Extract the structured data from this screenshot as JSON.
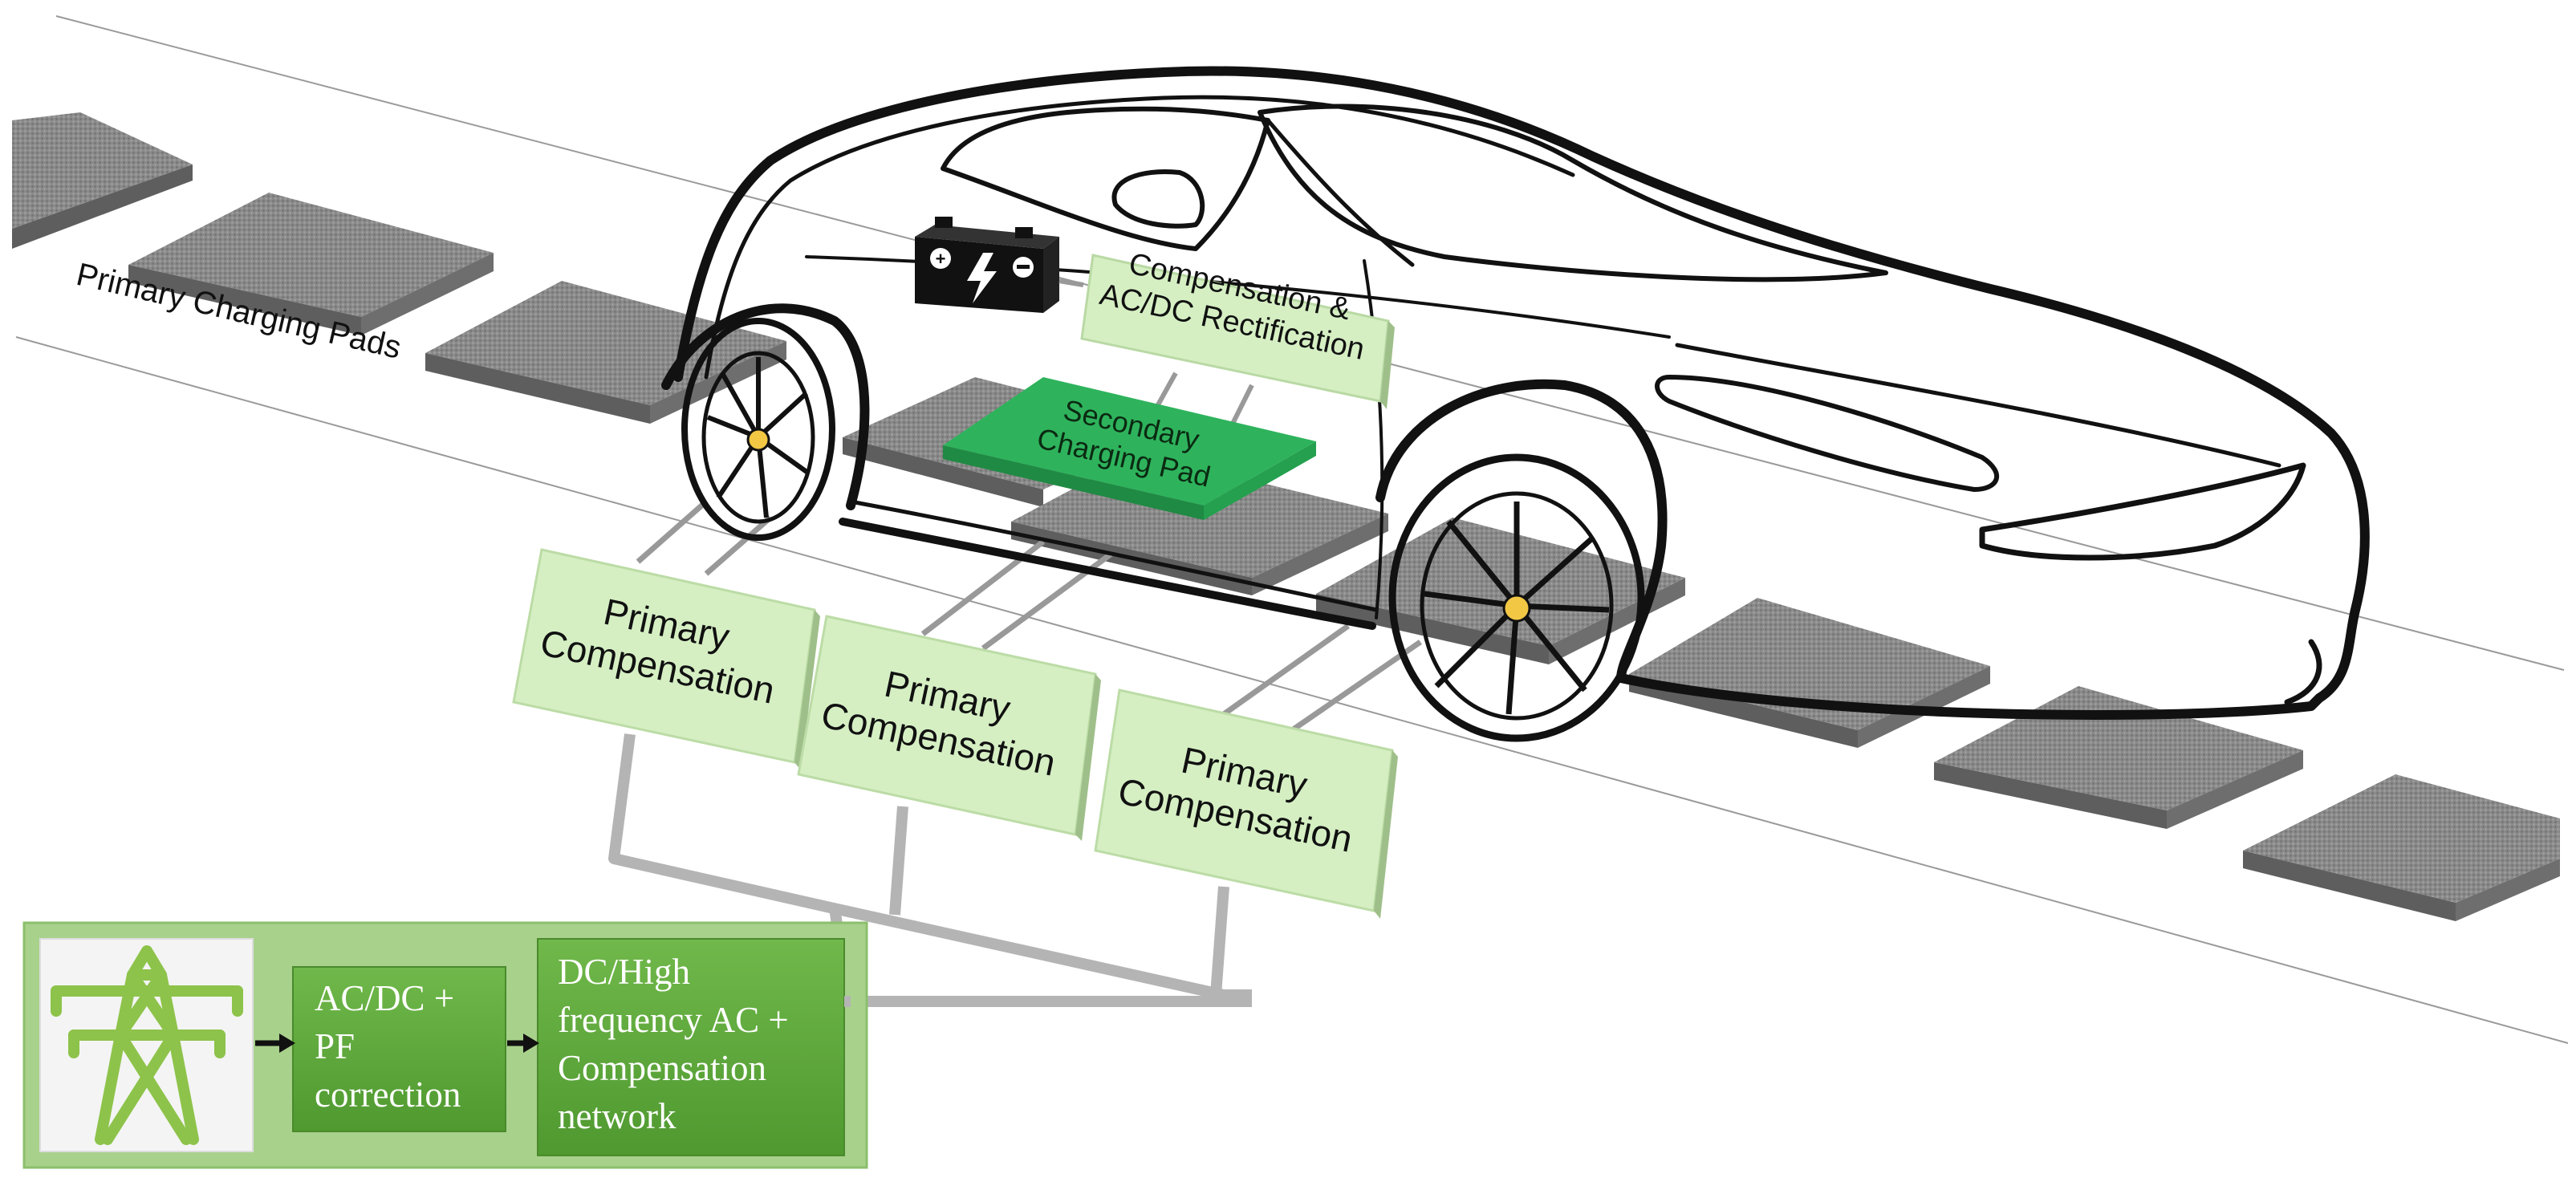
{
  "diagram": {
    "road_label": "Primary Charging Pads",
    "secondary_pad_label": "Secondary Charging Pad",
    "rectification_label": "Compensation & AC/DC Rectification",
    "primary_compensation": [
      {
        "label": "Primary Compensation"
      },
      {
        "label": "Primary Compensation"
      },
      {
        "label": "Primary Compensation"
      }
    ],
    "supply_chain": {
      "ac_dc_label": "AC/DC + PF correction",
      "inverter_label": "DC/High frequency AC + Compensation network"
    },
    "icons": [
      "power-tower-icon",
      "car-battery-icon",
      "electric-car-illustration"
    ],
    "colors": {
      "light_green_box": "#d5efc3",
      "dark_green_box": "#5ea83b",
      "secondary_pad": "#2eb35c",
      "pad_gray": "#8e8e8e",
      "wire_gray": "#b4b4b4"
    }
  }
}
